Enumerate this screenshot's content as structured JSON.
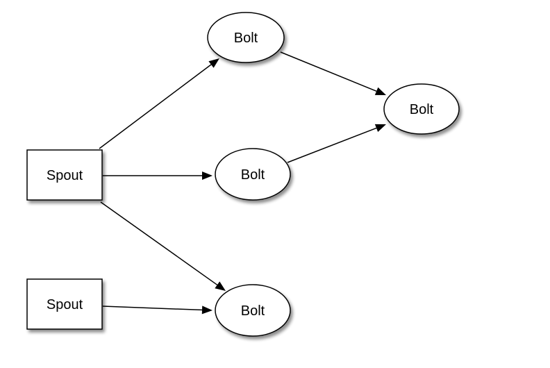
{
  "diagram": {
    "type": "flow",
    "colors": {
      "stroke": "#000000",
      "fill": "#ffffff",
      "shadow": "#b0b0b0"
    },
    "nodes": [
      {
        "id": "spout-1",
        "shape": "rectangle",
        "label": "Spout"
      },
      {
        "id": "spout-2",
        "shape": "rectangle",
        "label": "Spout"
      },
      {
        "id": "bolt-top",
        "shape": "ellipse",
        "label": "Bolt"
      },
      {
        "id": "bolt-middle",
        "shape": "ellipse",
        "label": "Bolt"
      },
      {
        "id": "bolt-bottom",
        "shape": "ellipse",
        "label": "Bolt"
      },
      {
        "id": "bolt-right",
        "shape": "ellipse",
        "label": "Bolt"
      }
    ],
    "edges": [
      {
        "from": "spout-1",
        "to": "bolt-top"
      },
      {
        "from": "spout-1",
        "to": "bolt-middle"
      },
      {
        "from": "spout-1",
        "to": "bolt-bottom"
      },
      {
        "from": "spout-2",
        "to": "bolt-bottom"
      },
      {
        "from": "bolt-top",
        "to": "bolt-right"
      },
      {
        "from": "bolt-middle",
        "to": "bolt-right"
      }
    ]
  }
}
